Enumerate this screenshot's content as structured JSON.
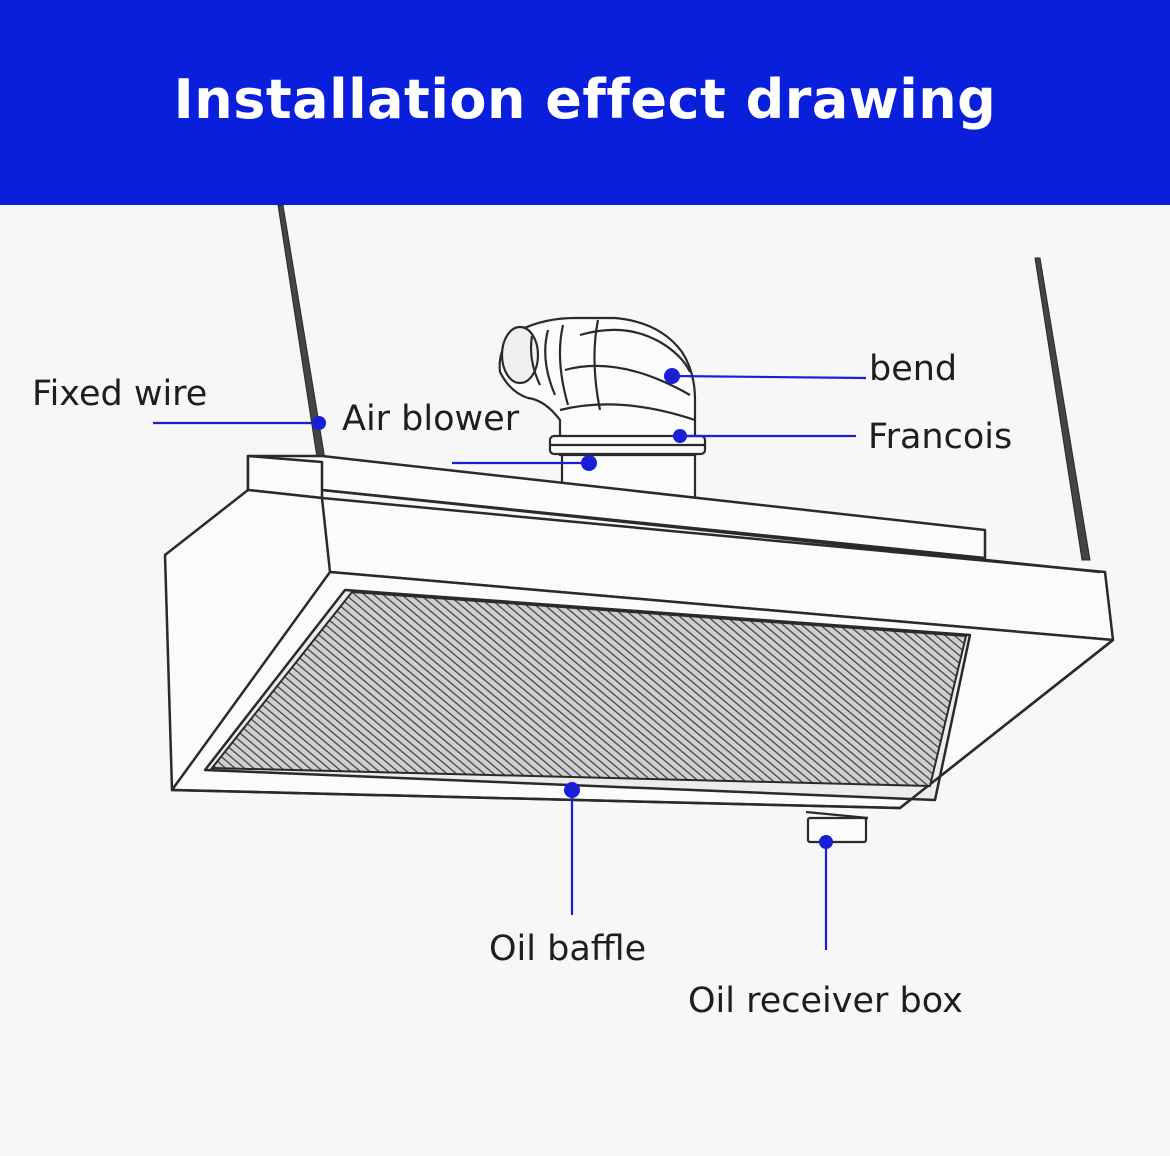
{
  "colors": {
    "banner": "#0a1fdc",
    "accent": "#1a1fd6",
    "line_art": "#2a2a2a",
    "background": "#f7f7f7"
  },
  "header": {
    "title": "Installation effect drawing"
  },
  "callouts": {
    "fixed_wire": "Fixed wire",
    "air_blower": "Air blower",
    "bend": "bend",
    "francois": "Francois",
    "oil_baffle": "Oil baffle",
    "oil_receiver_box": "Oil receiver box"
  }
}
